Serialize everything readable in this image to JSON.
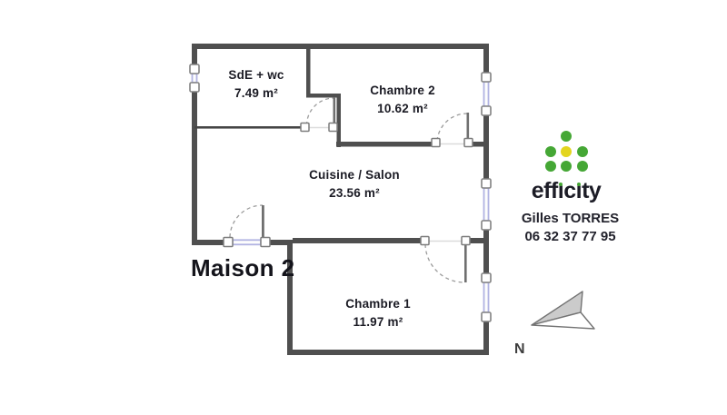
{
  "plan": {
    "label": "Maison 2",
    "rooms": [
      {
        "name": "SdE + wc",
        "area": "7.49 m²"
      },
      {
        "name": "Chambre 2",
        "area": "10.62 m²"
      },
      {
        "name": "Cuisine / Salon",
        "area": "23.56 m²"
      },
      {
        "name": "Chambre 1",
        "area": "11.97 m²"
      }
    ]
  },
  "branding": {
    "brand_name": "efficity",
    "word_parts": {
      "a": "eff",
      "i1": "ı",
      "b": "c",
      "i2": "ı",
      "c": "ty"
    },
    "agent_name": "Gilles TORRES",
    "agent_phone": "06 32 37 77 95",
    "colors": {
      "logo_green": "#45a735",
      "logo_yellow": "#e3d51e",
      "wall_gray": "#4f4f4f",
      "window_lavender": "#b1b3e2"
    }
  },
  "compass": {
    "label": "N"
  }
}
